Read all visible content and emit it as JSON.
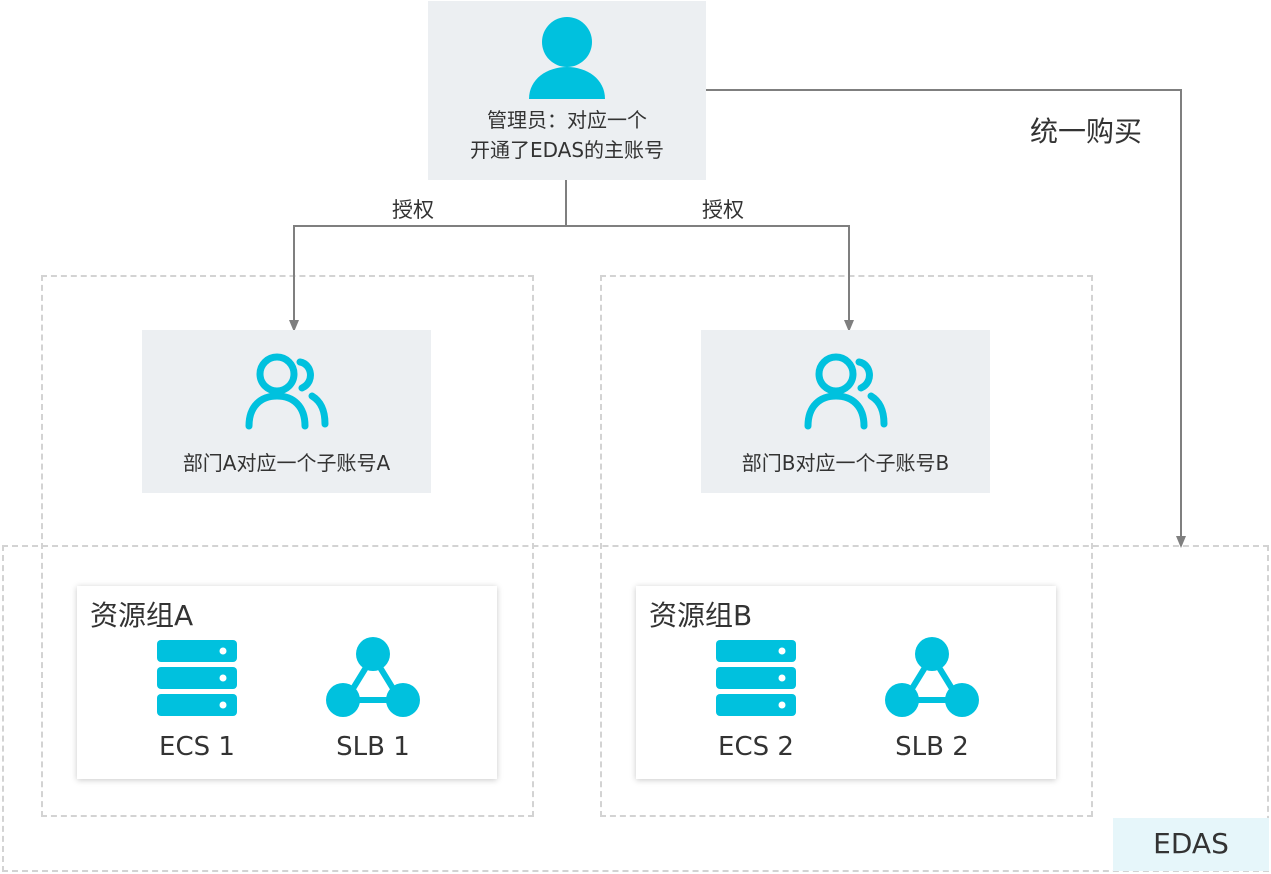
{
  "admin": {
    "label_line1": "管理员：对应一个",
    "label_line2": "开通了EDAS的主账号",
    "icon": "user-icon"
  },
  "edges": {
    "authorize_left": "授权",
    "authorize_right": "授权",
    "unified_purchase": "统一购买"
  },
  "dept_a": {
    "label": "部门A对应一个子账号A",
    "icon": "user-group-icon",
    "resource_group": {
      "title": "资源组A",
      "ecs_label": "ECS 1",
      "slb_label": "SLB 1"
    }
  },
  "dept_b": {
    "label": "部门B对应一个子账号B",
    "icon": "user-group-icon",
    "resource_group": {
      "title": "资源组B",
      "ecs_label": "ECS 2",
      "slb_label": "SLB 2"
    }
  },
  "edas_badge": "EDAS",
  "colors": {
    "accent": "#00c1de",
    "box_gray": "#eceff2",
    "edas_badge_bg": "#e6f6fa",
    "line": "#7f7f7f",
    "dashed": "#d3d3d3"
  }
}
